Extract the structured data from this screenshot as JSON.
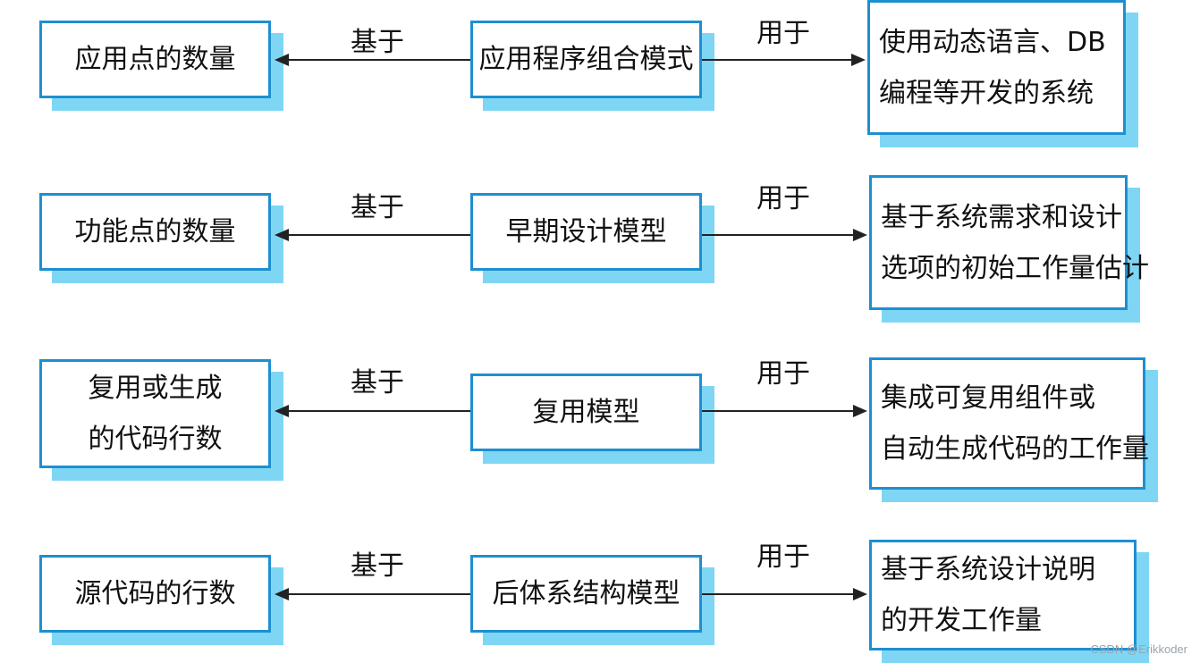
{
  "rows": [
    {
      "left": [
        "应用点的数量"
      ],
      "center": [
        "应用程序组合模式"
      ],
      "right": [
        "使用动态语言、DB",
        "编程等开发的系统"
      ],
      "based_label": "基于",
      "used_label": "用于"
    },
    {
      "left": [
        "功能点的数量"
      ],
      "center": [
        "早期设计模型"
      ],
      "right": [
        "基于系统需求和设计",
        "选项的初始工作量估计"
      ],
      "based_label": "基于",
      "used_label": "用于"
    },
    {
      "left": [
        "复用或生成",
        "的代码行数"
      ],
      "center": [
        "复用模型"
      ],
      "right": [
        "集成可复用组件或",
        "自动生成代码的工作量"
      ],
      "based_label": "基于",
      "used_label": "用于"
    },
    {
      "left": [
        "源代码的行数"
      ],
      "center": [
        "后体系结构模型"
      ],
      "right": [
        "基于系统设计说明",
        "的开发工作量"
      ],
      "based_label": "基于",
      "used_label": "用于"
    }
  ],
  "watermark": "CSDN @Erikkoder",
  "colors": {
    "border": "#1e8fd0",
    "shadow": "#7fd6f4",
    "arrow": "#222222"
  }
}
